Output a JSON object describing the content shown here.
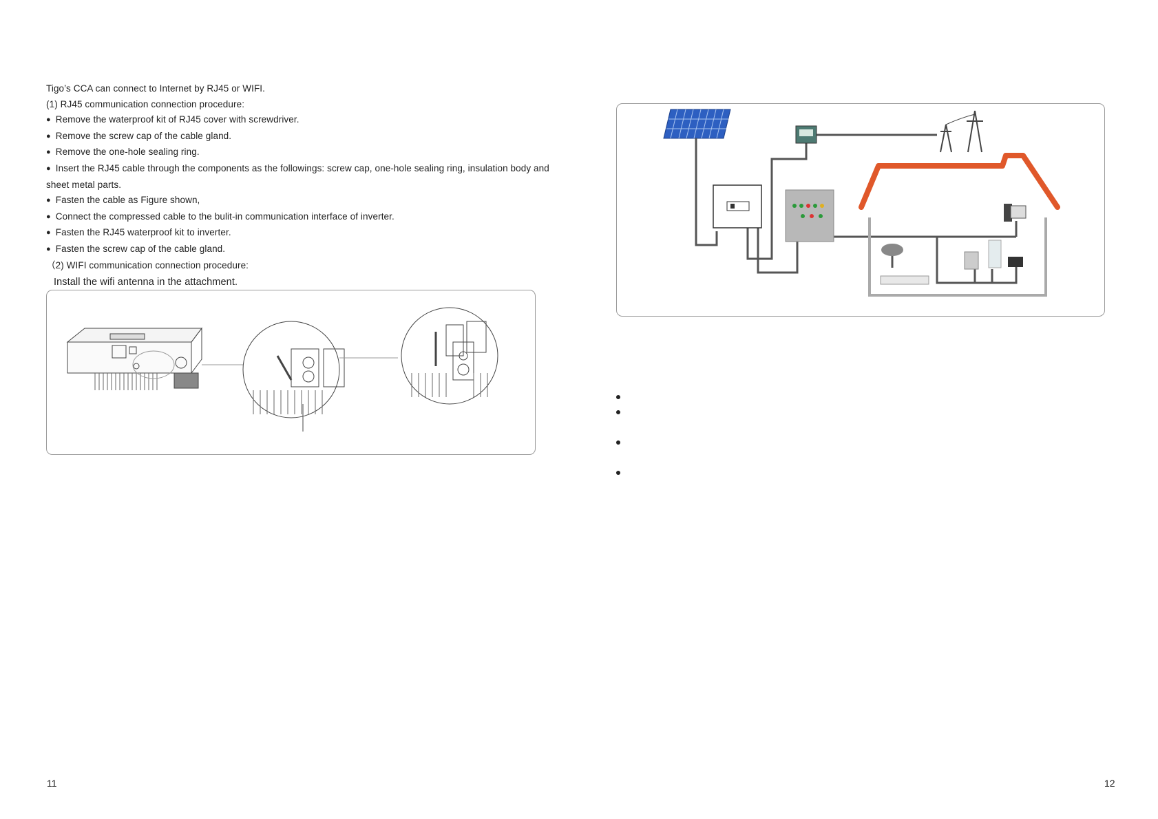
{
  "left_page": {
    "lines": [
      {
        "text": "Tigo’s CCA can connect to Internet by RJ45 or WIFI.",
        "bullet": false
      },
      {
        "text": "(1) RJ45 communication connection procedure:",
        "bullet": false
      },
      {
        "text": "Remove the waterproof kit of RJ45 cover with screwdriver.",
        "bullet": true
      },
      {
        "text": "Remove the screw cap of the cable gland.",
        "bullet": true
      },
      {
        "text": "Remove the one-hole sealing ring.",
        "bullet": true
      },
      {
        "text": "Insert the RJ45 cable through the components as the followings: screw cap, one-hole sealing ring, insulation body and",
        "bullet": true
      },
      {
        "text": "sheet  metal parts.",
        "bullet": false
      },
      {
        "text": "Fasten the cable as Figure shown,",
        "bullet": true
      },
      {
        "text": "Connect the compressed cable to the bulit-in communication interface of inverter.",
        "bullet": true
      },
      {
        "text": "Fasten the RJ45 waterproof kit to inverter.",
        "bullet": true
      },
      {
        "text": "Fasten the screw cap of the cable gland.",
        "bullet": true
      },
      {
        "text": "（2) WIFI communication connection procedure:",
        "bullet": false
      },
      {
        "text": "Install the wifi antenna in the attachment.",
        "bullet": false
      }
    ],
    "page_number": "11"
  },
  "right_page": {
    "page_number": "12"
  },
  "colors": {
    "roof": "#e0582a",
    "panel": "#2d5fc1",
    "wire": "#555555",
    "frame": "#9a9a9a"
  }
}
